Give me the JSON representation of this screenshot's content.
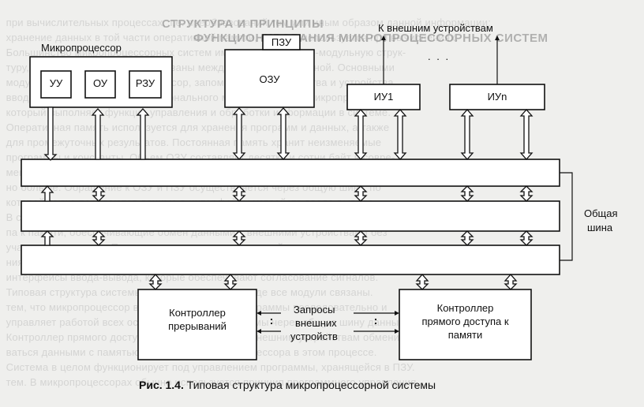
{
  "background_heading": [
    "СТРУКТУРА И ПРИНЦИПЫ",
    "ФУНКЦИОНИРОВАНИЯ МИКРОПРОЦЕССОРНЫХ СИСТЕМ"
  ],
  "labels": {
    "microprocessor": "Микропроцессор",
    "uu": "УУ",
    "ou": "ОУ",
    "rzu": "РЗУ",
    "pzu": "ПЗУ",
    "ozu": "ОЗУ",
    "external_devices": "К внешним устройствам",
    "dots": ". . .",
    "iu1": "ИУ1",
    "iun": "ИУn",
    "bus_line1": "Общая",
    "bus_line2": "шина",
    "irq_line1": "Контроллер",
    "irq_line2": "прерываний",
    "requests_line1": "Запросы",
    "requests_line2": "внешних",
    "requests_line3": "устройств",
    "dma_line1": "Контроллер",
    "dma_line2": "прямого доступа к",
    "dma_line3": "памяти"
  },
  "caption": {
    "number": "Рис. 1.4.",
    "text": "Типовая структура микропроцессорной системы"
  }
}
